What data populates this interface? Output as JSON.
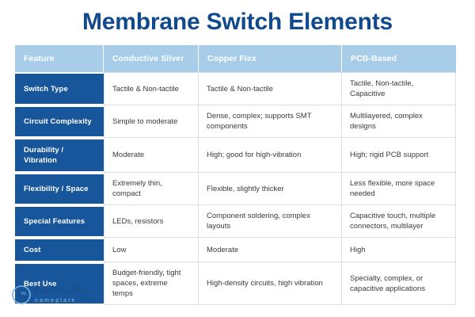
{
  "page": {
    "title": "Membrane Switch Elements",
    "title_color": "#114A8C",
    "background": "#ffffff"
  },
  "table": {
    "header_bg": "#A7CDE9",
    "feature_col_bg": "#17569B",
    "border_color": "#DEDEDE",
    "columns": [
      "Feature",
      "Conductive Silver",
      "Copper Flex",
      "PCB-Based"
    ],
    "rows": [
      {
        "feature": "Switch Type",
        "conductive_silver": "Tactile & Non-tactile",
        "copper_flex": "Tactile & Non-tactile",
        "pcb_based": "Tactile, Non-tactile, Capacitive"
      },
      {
        "feature": "Circuit Complexity",
        "conductive_silver": "Simple to moderate",
        "copper_flex": "Dense, complex; supports SMT components",
        "pcb_based": "Multilayered, complex designs"
      },
      {
        "feature": "Durability / Vibration",
        "conductive_silver": "Moderate",
        "copper_flex": "High; good for high-vibration",
        "pcb_based": "High; rigid PCB support"
      },
      {
        "feature": "Flexibility / Space",
        "conductive_silver": "Extremely thin, compact",
        "copper_flex": "Flexible, slightly thicker",
        "pcb_based": "Less flexible, more space needed"
      },
      {
        "feature": "Special Features",
        "conductive_silver": "LEDs, resistors",
        "copper_flex": "Component soldering, complex layouts",
        "pcb_based": "Capacitive touch, multiple connectors, multilayer"
      },
      {
        "feature": "Cost",
        "conductive_silver": "Low",
        "copper_flex": "Moderate",
        "pcb_based": "High"
      },
      {
        "feature": "Best Use",
        "conductive_silver": "Budget-friendly, tight spaces, extreme temps",
        "copper_flex": "High-density circuits, high vibration",
        "pcb_based": "Specialty, complex, or capacitive applications"
      }
    ]
  },
  "logo": {
    "icon": "hallmark-circle-h-icon",
    "word": "hallmark",
    "sub": "nameplate",
    "word_color": "#1B4E8E",
    "sub_color": "#9FBFDA",
    "mark_ring_color": "#7FB2DC",
    "mark_letter_color": "#1B4E8E"
  }
}
